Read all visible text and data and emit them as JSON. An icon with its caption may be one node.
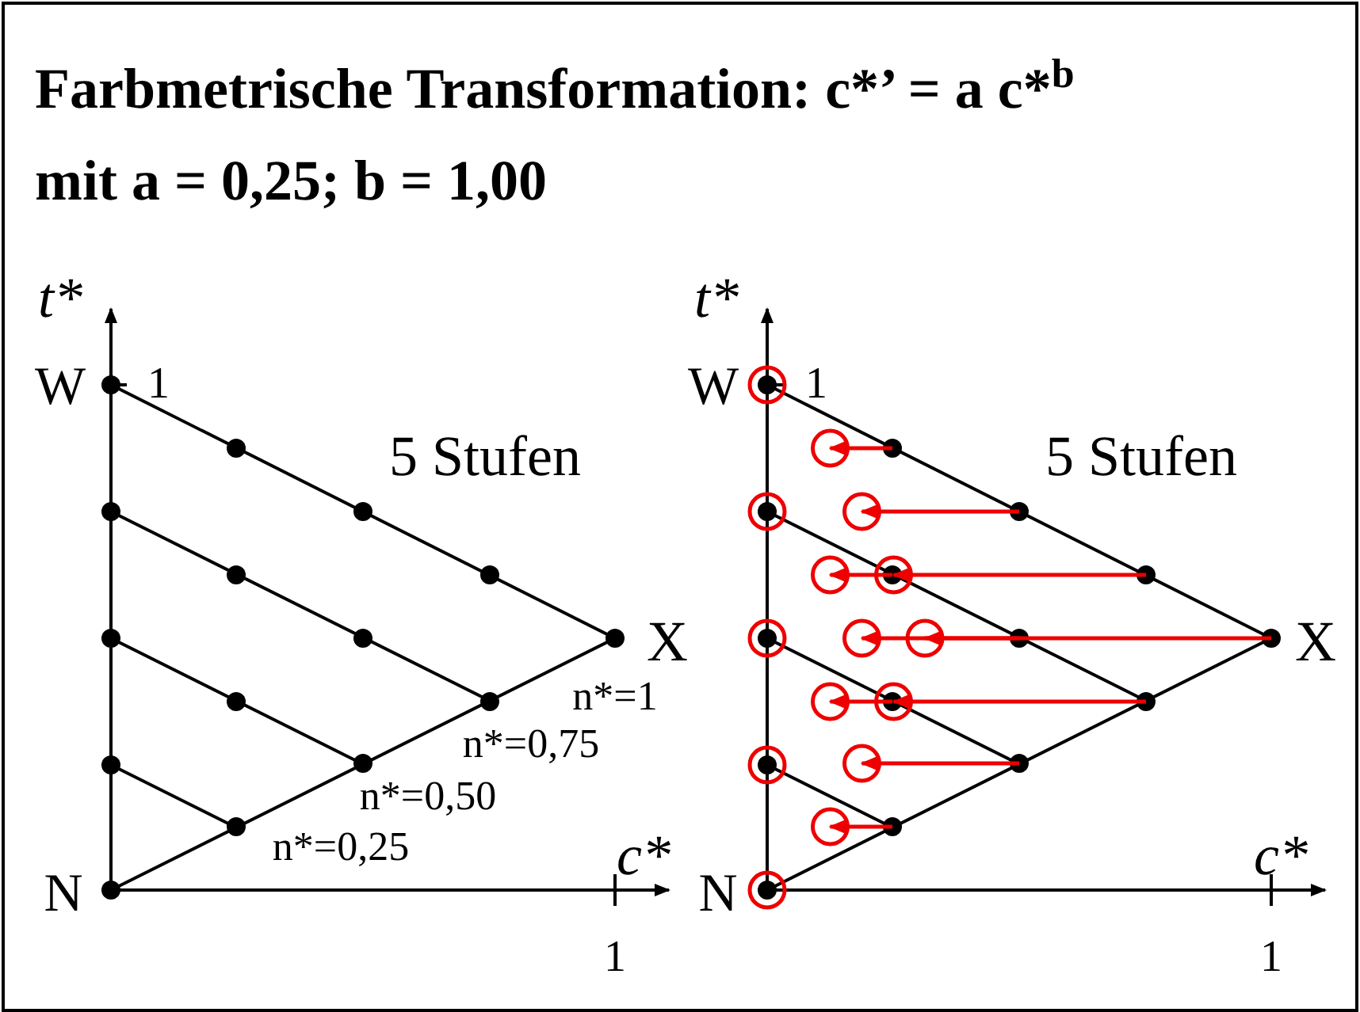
{
  "diagram": {
    "title": "Farbmetrische Transformation: c*’ = a c*$^{b}$ mit a = 0,25; b = 1,00",
    "labels": [
      "t*",
      "W",
      "1",
      "5 Stufen",
      "X",
      "n*=1",
      "n*=0,75",
      "n*=0,50",
      "n*=0,25",
      "c*",
      "N",
      "1",
      "t*",
      "W",
      "1",
      "5 Stufen",
      "X",
      "c*",
      "N",
      "1"
    ]
  }
}
